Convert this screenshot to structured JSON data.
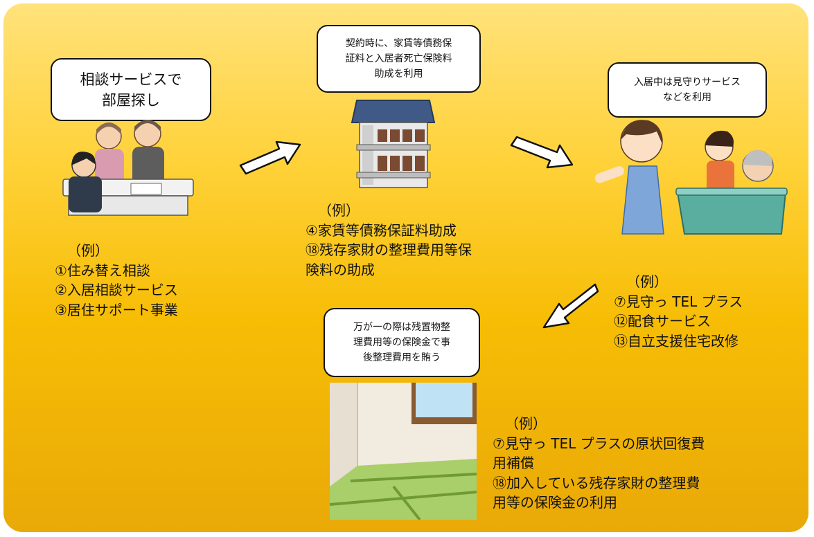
{
  "bubbles": {
    "consult": "相談サービスで\n部屋探し",
    "contract": "契約時に、家賃等債務保\n証料と入居者死亡保険料\n助成を利用",
    "living": "入居中は見守りサービス\nなどを利用",
    "emergency": "万が一の際は残置物整\n理費用等の保険金で事\n後整理費用を賄う"
  },
  "examples": {
    "consult": {
      "label": "（例）",
      "items": [
        "①住み替え相談",
        "②入居相談サービス",
        "③居住サポート事業"
      ]
    },
    "contract": {
      "label": "（例）",
      "items": [
        "④家賃等債務保証料助成",
        "⑱残存家財の整理費用等保",
        "険料の助成"
      ]
    },
    "living": {
      "label": "（例）",
      "items": [
        "⑦見守っ TEL プラス",
        "⑫配食サービス",
        "⑬自立支援住宅改修"
      ]
    },
    "emergency": {
      "label": "（例）",
      "items": [
        "⑦見守っ TEL プラスの原状回復費",
        "用補償",
        "⑱加入している残存家財の整理費",
        "用等の保険金の利用"
      ]
    }
  },
  "colors": {
    "background_top": "#ffe27a",
    "background_bottom": "#e9a907",
    "arrow_fill": "#ffffff",
    "arrow_stroke": "#111111"
  },
  "icons": [
    "consultation-illustration",
    "apartment-illustration",
    "caregiver-illustration",
    "empty-room-illustration",
    "flow-arrow"
  ]
}
